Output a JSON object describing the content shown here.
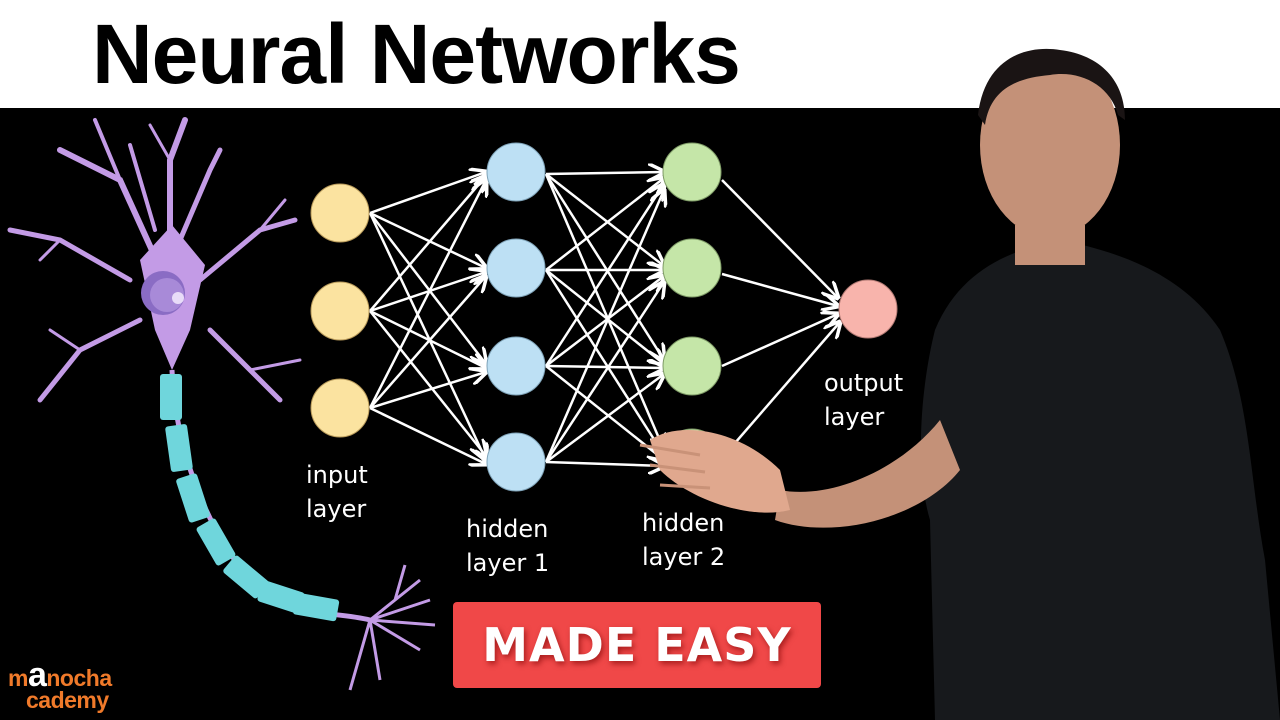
{
  "header": {
    "title": "Neural Networks"
  },
  "diagram": {
    "layers": [
      {
        "id": "input",
        "label_line1": "input",
        "label_line2": "layer",
        "nodes": 3,
        "color": "#fbe3a0"
      },
      {
        "id": "hidden1",
        "label_line1": "hidden",
        "label_line2": "layer 1",
        "nodes": 4,
        "color": "#bde0f4"
      },
      {
        "id": "hidden2",
        "label_line1": "hidden",
        "label_line2": "layer 2",
        "nodes": 4,
        "color": "#c5e6a8"
      },
      {
        "id": "output",
        "label_line1": "output",
        "label_line2": "layer",
        "nodes": 1,
        "color": "#f8b4ac"
      }
    ],
    "edge_color": "#ffffff"
  },
  "neuron_illustration": {
    "body_color": "#c39be6",
    "myelin_color": "#6fd6dc"
  },
  "badge": {
    "label": "MADE EASY",
    "color": "#f04848"
  },
  "logo": {
    "part1_pre": "m",
    "part1_accent": "a",
    "part1_post": "nocha",
    "part2": "cademy",
    "color": "#f07a2a"
  }
}
